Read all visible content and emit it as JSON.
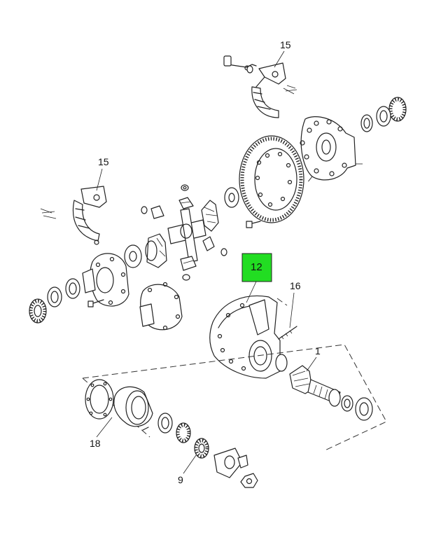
{
  "callouts": {
    "cap_top": "15",
    "cap_left": "15",
    "carrier_housing": "12",
    "stud": "16",
    "pinion": "1",
    "pinion_cage": "18",
    "yoke_seal": "9"
  },
  "highlight": {
    "label": "12",
    "color": "#22dd22"
  }
}
